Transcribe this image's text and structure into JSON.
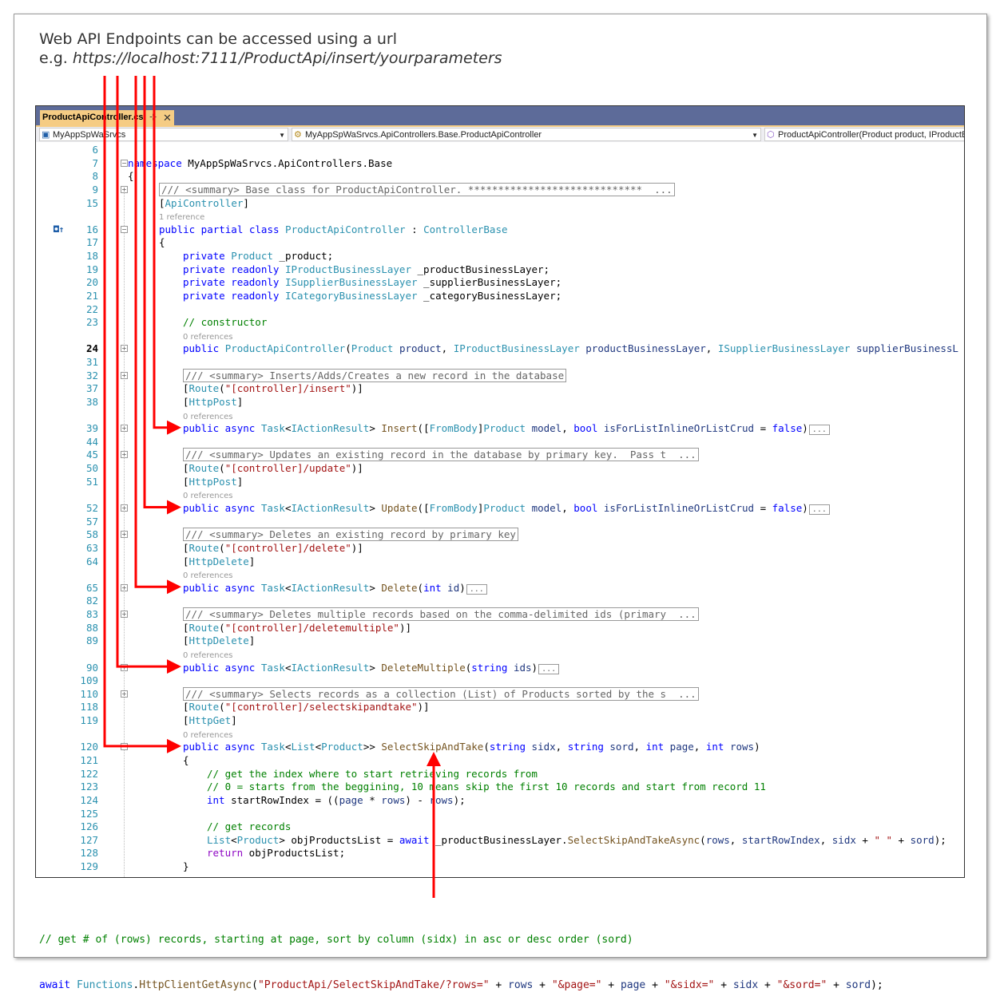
{
  "heading": {
    "line1": "Web API Endpoints can be accessed using a url",
    "prefix": "e.g. ",
    "url": "https://localhost:7111/ProductApi/insert/yourparameters"
  },
  "tab": {
    "label": "ProductApiController.cs",
    "pin": "⊹",
    "close": "✕"
  },
  "nav": {
    "project": "MyAppSpWaSrvcs",
    "class": "MyAppSpWaSrvcs.ApiControllers.Base.ProductApiController",
    "member": "ProductApiController(Product product, IProductBusinessLayer productBusinessLayer"
  },
  "gutter_marker": "◘↑",
  "colors": {
    "arrow": "#ff0000",
    "tab": "#f5cc84",
    "tabbar": "#5d6b99"
  },
  "lines": [
    {
      "n": "6",
      "lvl": 0,
      "t": []
    },
    {
      "n": "7",
      "lvl": 0,
      "fold": "−",
      "t": [
        [
          "kw",
          "namespace"
        ],
        [
          "p",
          " MyAppSpWaSrvcs.ApiControllers.Base"
        ]
      ]
    },
    {
      "n": "8",
      "lvl": 0,
      "t": [
        [
          "p",
          "{"
        ]
      ]
    },
    {
      "n": "9",
      "lvl": 1,
      "fold": "+",
      "t": [
        [
          "box",
          "/// <summary> Base class for ProductApiController. *****************************  ..."
        ]
      ]
    },
    {
      "n": "15",
      "lvl": 1,
      "t": [
        [
          "p",
          "["
        ],
        [
          "type",
          "ApiController"
        ],
        [
          "p",
          "]"
        ]
      ]
    },
    {
      "n": "",
      "lvl": 1,
      "t": [
        [
          "ref",
          "1 reference"
        ]
      ]
    },
    {
      "n": "16",
      "lvl": 1,
      "fold": "−",
      "marker": true,
      "t": [
        [
          "kw",
          "public partial class "
        ],
        [
          "type",
          "ProductApiController"
        ],
        [
          "p",
          " : "
        ],
        [
          "type",
          "ControllerBase"
        ]
      ]
    },
    {
      "n": "17",
      "lvl": 1,
      "t": [
        [
          "p",
          "{"
        ]
      ]
    },
    {
      "n": "18",
      "lvl": 2,
      "t": [
        [
          "kw",
          "private "
        ],
        [
          "type",
          "Product"
        ],
        [
          "p",
          " _product;"
        ]
      ]
    },
    {
      "n": "19",
      "lvl": 2,
      "t": [
        [
          "kw",
          "private readonly "
        ],
        [
          "type",
          "IProductBusinessLayer"
        ],
        [
          "p",
          " _productBusinessLayer;"
        ]
      ]
    },
    {
      "n": "20",
      "lvl": 2,
      "t": [
        [
          "kw",
          "private readonly "
        ],
        [
          "type",
          "ISupplierBusinessLayer"
        ],
        [
          "p",
          " _supplierBusinessLayer;"
        ]
      ]
    },
    {
      "n": "21",
      "lvl": 2,
      "t": [
        [
          "kw",
          "private readonly "
        ],
        [
          "type",
          "ICategoryBusinessLayer"
        ],
        [
          "p",
          " _categoryBusinessLayer;"
        ]
      ]
    },
    {
      "n": "22",
      "lvl": 2,
      "t": []
    },
    {
      "n": "23",
      "lvl": 2,
      "t": [
        [
          "cm",
          "// constructor"
        ]
      ]
    },
    {
      "n": "",
      "lvl": 2,
      "t": [
        [
          "ref",
          "0 references"
        ]
      ]
    },
    {
      "n": "24",
      "lvl": 2,
      "fold": "+",
      "cur": true,
      "t": [
        [
          "kw",
          "public "
        ],
        [
          "type",
          "ProductApiController"
        ],
        [
          "p",
          "("
        ],
        [
          "type",
          "Product"
        ],
        [
          "par",
          " product"
        ],
        [
          "p",
          ", "
        ],
        [
          "type",
          "IProductBusinessLayer"
        ],
        [
          "par",
          " productBusinessLayer"
        ],
        [
          "p",
          ", "
        ],
        [
          "type",
          "ISupplierBusinessLayer"
        ],
        [
          "par",
          " supplierBusinessL"
        ]
      ]
    },
    {
      "n": "31",
      "lvl": 2,
      "t": []
    },
    {
      "n": "32",
      "lvl": 2,
      "fold": "+",
      "t": [
        [
          "box",
          "/// <summary> Inserts/Adds/Creates a new record in the database"
        ]
      ]
    },
    {
      "n": "37",
      "lvl": 2,
      "t": [
        [
          "p",
          "["
        ],
        [
          "type",
          "Route"
        ],
        [
          "p",
          "("
        ],
        [
          "str",
          "\"[controller]/insert\""
        ],
        [
          "p",
          ")]"
        ]
      ]
    },
    {
      "n": "38",
      "lvl": 2,
      "t": [
        [
          "p",
          "["
        ],
        [
          "type",
          "HttpPost"
        ],
        [
          "p",
          "]"
        ]
      ]
    },
    {
      "n": "",
      "lvl": 2,
      "t": [
        [
          "ref",
          "0 references"
        ]
      ]
    },
    {
      "n": "39",
      "lvl": 2,
      "fold": "+",
      "t": [
        [
          "kw",
          "public async "
        ],
        [
          "type",
          "Task"
        ],
        [
          "p",
          "<"
        ],
        [
          "type",
          "IActionResult"
        ],
        [
          "p",
          "> "
        ],
        [
          "meth",
          "Insert"
        ],
        [
          "p",
          "(["
        ],
        [
          "type",
          "FromBody"
        ],
        [
          "p",
          "]"
        ],
        [
          "type",
          "Product"
        ],
        [
          "par",
          " model"
        ],
        [
          "p",
          ", "
        ],
        [
          "kw",
          "bool"
        ],
        [
          "par",
          " isForListInlineOrListCrud"
        ],
        [
          "p",
          " = "
        ],
        [
          "kw",
          "false"
        ],
        [
          "p",
          ")"
        ],
        [
          "ell",
          "..."
        ]
      ]
    },
    {
      "n": "44",
      "lvl": 2,
      "t": []
    },
    {
      "n": "45",
      "lvl": 2,
      "fold": "+",
      "t": [
        [
          "box",
          "/// <summary> Updates an existing record in the database by primary key.  Pass t  ..."
        ]
      ]
    },
    {
      "n": "50",
      "lvl": 2,
      "t": [
        [
          "p",
          "["
        ],
        [
          "type",
          "Route"
        ],
        [
          "p",
          "("
        ],
        [
          "str",
          "\"[controller]/update\""
        ],
        [
          "p",
          ")]"
        ]
      ]
    },
    {
      "n": "51",
      "lvl": 2,
      "t": [
        [
          "p",
          "["
        ],
        [
          "type",
          "HttpPost"
        ],
        [
          "p",
          "]"
        ]
      ]
    },
    {
      "n": "",
      "lvl": 2,
      "t": [
        [
          "ref",
          "0 references"
        ]
      ]
    },
    {
      "n": "52",
      "lvl": 2,
      "fold": "+",
      "t": [
        [
          "kw",
          "public async "
        ],
        [
          "type",
          "Task"
        ],
        [
          "p",
          "<"
        ],
        [
          "type",
          "IActionResult"
        ],
        [
          "p",
          "> "
        ],
        [
          "meth",
          "Update"
        ],
        [
          "p",
          "(["
        ],
        [
          "type",
          "FromBody"
        ],
        [
          "p",
          "]"
        ],
        [
          "type",
          "Product"
        ],
        [
          "par",
          " model"
        ],
        [
          "p",
          ", "
        ],
        [
          "kw",
          "bool"
        ],
        [
          "par",
          " isForListInlineOrListCrud"
        ],
        [
          "p",
          " = "
        ],
        [
          "kw",
          "false"
        ],
        [
          "p",
          ")"
        ],
        [
          "ell",
          "..."
        ]
      ]
    },
    {
      "n": "57",
      "lvl": 2,
      "t": []
    },
    {
      "n": "58",
      "lvl": 2,
      "fold": "+",
      "t": [
        [
          "box",
          "/// <summary> Deletes an existing record by primary key"
        ]
      ]
    },
    {
      "n": "63",
      "lvl": 2,
      "t": [
        [
          "p",
          "["
        ],
        [
          "type",
          "Route"
        ],
        [
          "p",
          "("
        ],
        [
          "str",
          "\"[controller]/delete\""
        ],
        [
          "p",
          ")]"
        ]
      ]
    },
    {
      "n": "64",
      "lvl": 2,
      "t": [
        [
          "p",
          "["
        ],
        [
          "type",
          "HttpDelete"
        ],
        [
          "p",
          "]"
        ]
      ]
    },
    {
      "n": "",
      "lvl": 2,
      "t": [
        [
          "ref",
          "0 references"
        ]
      ]
    },
    {
      "n": "65",
      "lvl": 2,
      "fold": "+",
      "t": [
        [
          "kw",
          "public async "
        ],
        [
          "type",
          "Task"
        ],
        [
          "p",
          "<"
        ],
        [
          "type",
          "IActionResult"
        ],
        [
          "p",
          "> "
        ],
        [
          "meth",
          "Delete"
        ],
        [
          "p",
          "("
        ],
        [
          "kw",
          "int"
        ],
        [
          "par",
          " id"
        ],
        [
          "p",
          ")"
        ],
        [
          "ell",
          "..."
        ]
      ]
    },
    {
      "n": "82",
      "lvl": 2,
      "t": []
    },
    {
      "n": "83",
      "lvl": 2,
      "fold": "+",
      "t": [
        [
          "box",
          "/// <summary> Deletes multiple records based on the comma-delimited ids (primary  ..."
        ]
      ]
    },
    {
      "n": "88",
      "lvl": 2,
      "t": [
        [
          "p",
          "["
        ],
        [
          "type",
          "Route"
        ],
        [
          "p",
          "("
        ],
        [
          "str",
          "\"[controller]/deletemultiple\""
        ],
        [
          "p",
          ")]"
        ]
      ]
    },
    {
      "n": "89",
      "lvl": 2,
      "t": [
        [
          "p",
          "["
        ],
        [
          "type",
          "HttpDelete"
        ],
        [
          "p",
          "]"
        ]
      ]
    },
    {
      "n": "",
      "lvl": 2,
      "t": [
        [
          "ref",
          "0 references"
        ]
      ]
    },
    {
      "n": "90",
      "lvl": 2,
      "fold": "+",
      "t": [
        [
          "kw",
          "public async "
        ],
        [
          "type",
          "Task"
        ],
        [
          "p",
          "<"
        ],
        [
          "type",
          "IActionResult"
        ],
        [
          "p",
          "> "
        ],
        [
          "meth",
          "DeleteMultiple"
        ],
        [
          "p",
          "("
        ],
        [
          "kw",
          "string"
        ],
        [
          "par",
          " ids"
        ],
        [
          "p",
          ")"
        ],
        [
          "ell",
          "..."
        ]
      ]
    },
    {
      "n": "109",
      "lvl": 2,
      "t": []
    },
    {
      "n": "110",
      "lvl": 2,
      "fold": "+",
      "t": [
        [
          "box",
          "/// <summary> Selects records as a collection (List) of Products sorted by the s  ..."
        ]
      ]
    },
    {
      "n": "118",
      "lvl": 2,
      "t": [
        [
          "p",
          "["
        ],
        [
          "type",
          "Route"
        ],
        [
          "p",
          "("
        ],
        [
          "str",
          "\"[controller]/selectskipandtake\""
        ],
        [
          "p",
          ")]"
        ]
      ]
    },
    {
      "n": "119",
      "lvl": 2,
      "t": [
        [
          "p",
          "["
        ],
        [
          "type",
          "HttpGet"
        ],
        [
          "p",
          "]"
        ]
      ]
    },
    {
      "n": "",
      "lvl": 2,
      "t": [
        [
          "ref",
          "0 references"
        ]
      ]
    },
    {
      "n": "120",
      "lvl": 2,
      "fold": "−",
      "t": [
        [
          "kw",
          "public async "
        ],
        [
          "type",
          "Task"
        ],
        [
          "p",
          "<"
        ],
        [
          "type",
          "List"
        ],
        [
          "p",
          "<"
        ],
        [
          "type",
          "Product"
        ],
        [
          "p",
          ">> "
        ],
        [
          "meth",
          "SelectSkipAndTake"
        ],
        [
          "p",
          "("
        ],
        [
          "kw",
          "string"
        ],
        [
          "par",
          " sidx"
        ],
        [
          "p",
          ", "
        ],
        [
          "kw",
          "string"
        ],
        [
          "par",
          " sord"
        ],
        [
          "p",
          ", "
        ],
        [
          "kw",
          "int"
        ],
        [
          "par",
          " page"
        ],
        [
          "p",
          ", "
        ],
        [
          "kw",
          "int"
        ],
        [
          "par",
          " rows"
        ],
        [
          "p",
          ")"
        ]
      ]
    },
    {
      "n": "121",
      "lvl": 2,
      "t": [
        [
          "p",
          "{"
        ]
      ]
    },
    {
      "n": "122",
      "lvl": 3,
      "t": [
        [
          "cm",
          "// get the index where to start retrieving records from"
        ]
      ]
    },
    {
      "n": "123",
      "lvl": 3,
      "t": [
        [
          "cm",
          "// 0 = starts from the beggining, 10 means skip the first 10 records and start from record 11"
        ]
      ]
    },
    {
      "n": "124",
      "lvl": 3,
      "t": [
        [
          "kw",
          "int"
        ],
        [
          "p",
          " startRowIndex = (("
        ],
        [
          "par",
          "page"
        ],
        [
          "p",
          " * "
        ],
        [
          "par",
          "rows"
        ],
        [
          "p",
          ") - "
        ],
        [
          "par",
          "rows"
        ],
        [
          "p",
          ");"
        ]
      ]
    },
    {
      "n": "125",
      "lvl": 3,
      "t": []
    },
    {
      "n": "126",
      "lvl": 3,
      "t": [
        [
          "cm",
          "// get records"
        ]
      ]
    },
    {
      "n": "127",
      "lvl": 3,
      "t": [
        [
          "type",
          "List"
        ],
        [
          "p",
          "<"
        ],
        [
          "type",
          "Product"
        ],
        [
          "p",
          "> objProductsList = "
        ],
        [
          "kw",
          "await"
        ],
        [
          "p",
          " _productBusinessLayer."
        ],
        [
          "meth",
          "SelectSkipAndTakeAsync"
        ],
        [
          "p",
          "("
        ],
        [
          "par",
          "rows"
        ],
        [
          "p",
          ", "
        ],
        [
          "par",
          "startRowIndex"
        ],
        [
          "p",
          ", "
        ],
        [
          "par",
          "sidx"
        ],
        [
          "p",
          " + "
        ],
        [
          "str",
          "\" \""
        ],
        [
          "p",
          " + "
        ],
        [
          "par",
          "sord"
        ],
        [
          "p",
          ");"
        ]
      ]
    },
    {
      "n": "128",
      "lvl": 3,
      "t": [
        [
          "ret",
          "return"
        ],
        [
          "p",
          " objProductsList;"
        ]
      ]
    },
    {
      "n": "129",
      "lvl": 2,
      "t": [
        [
          "p",
          "}"
        ]
      ]
    }
  ],
  "footer": {
    "line1": [
      [
        "cm",
        "// get # of (rows) records, starting at page, sort by column (sidx) in asc or desc order (sord)"
      ]
    ],
    "line2": [
      [
        "kw",
        "await "
      ],
      [
        "type",
        "Functions"
      ],
      [
        "p",
        "."
      ],
      [
        "meth",
        "HttpClientGetAsync"
      ],
      [
        "p",
        "("
      ],
      [
        "str",
        "\"ProductApi/SelectSkipAndTake/?rows=\""
      ],
      [
        "p",
        " + "
      ],
      [
        "par",
        "rows"
      ],
      [
        "p",
        " + "
      ],
      [
        "str",
        "\"&page=\""
      ],
      [
        "p",
        " + "
      ],
      [
        "par",
        "page"
      ],
      [
        "p",
        " + "
      ],
      [
        "str",
        "\"&sidx=\""
      ],
      [
        "p",
        " + "
      ],
      [
        "par",
        "sidx"
      ],
      [
        "p",
        " + "
      ],
      [
        "str",
        "\"&sord=\""
      ],
      [
        "p",
        " + "
      ],
      [
        "par",
        "sord"
      ],
      [
        "p",
        ");"
      ]
    ]
  }
}
